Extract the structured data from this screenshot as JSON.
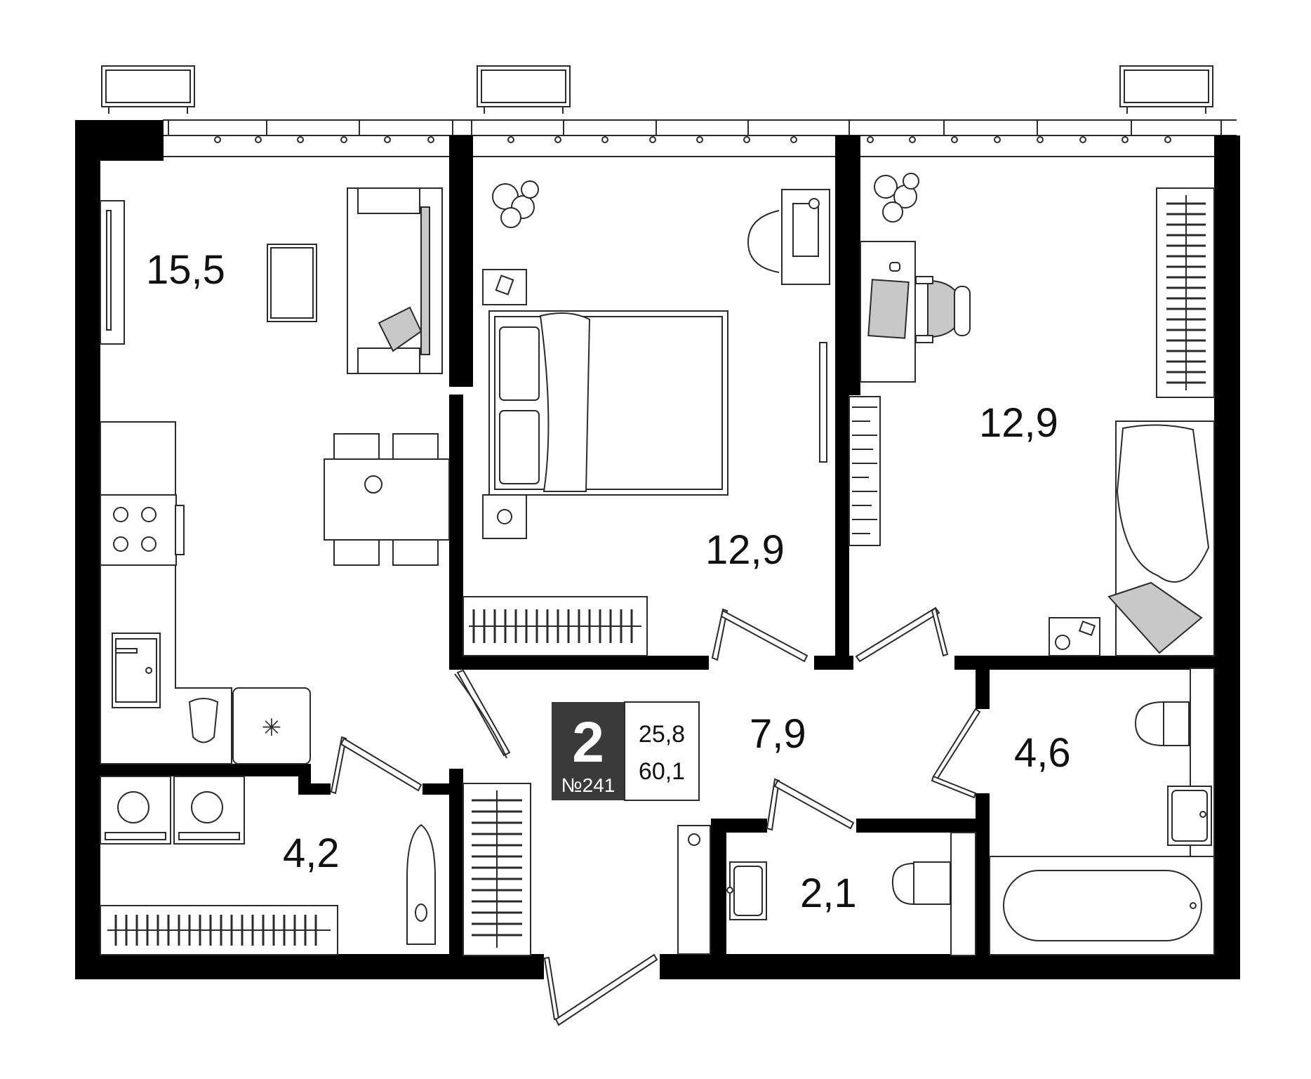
{
  "plan": {
    "rooms": [
      {
        "id": "living-kitchen",
        "area": "15,5"
      },
      {
        "id": "bedroom",
        "area": "12,9"
      },
      {
        "id": "kids-room",
        "area": "12,9"
      },
      {
        "id": "hall",
        "area": "7,9"
      },
      {
        "id": "bathroom",
        "area": "4,6"
      },
      {
        "id": "laundry",
        "area": "4,2"
      },
      {
        "id": "toilet",
        "area": "2,1"
      }
    ],
    "badge": {
      "rooms_count": "2",
      "apartment_number": "№241",
      "living_area": "25,8",
      "total_area": "60,1"
    }
  },
  "colors": {
    "wall": "#000000",
    "line": "#2b2b2b",
    "accent_fill": "#c8c8c8",
    "badge_bg": "#3a3a3a"
  },
  "icons": [
    "window-unit-icon",
    "stove-icon",
    "sink-icon",
    "toilet-icon",
    "bathtub-icon",
    "washing-machine-icon",
    "dryer-icon",
    "iron-icon",
    "plant-icon",
    "bed-icon",
    "sofa-icon",
    "desk-icon",
    "chair-icon"
  ]
}
